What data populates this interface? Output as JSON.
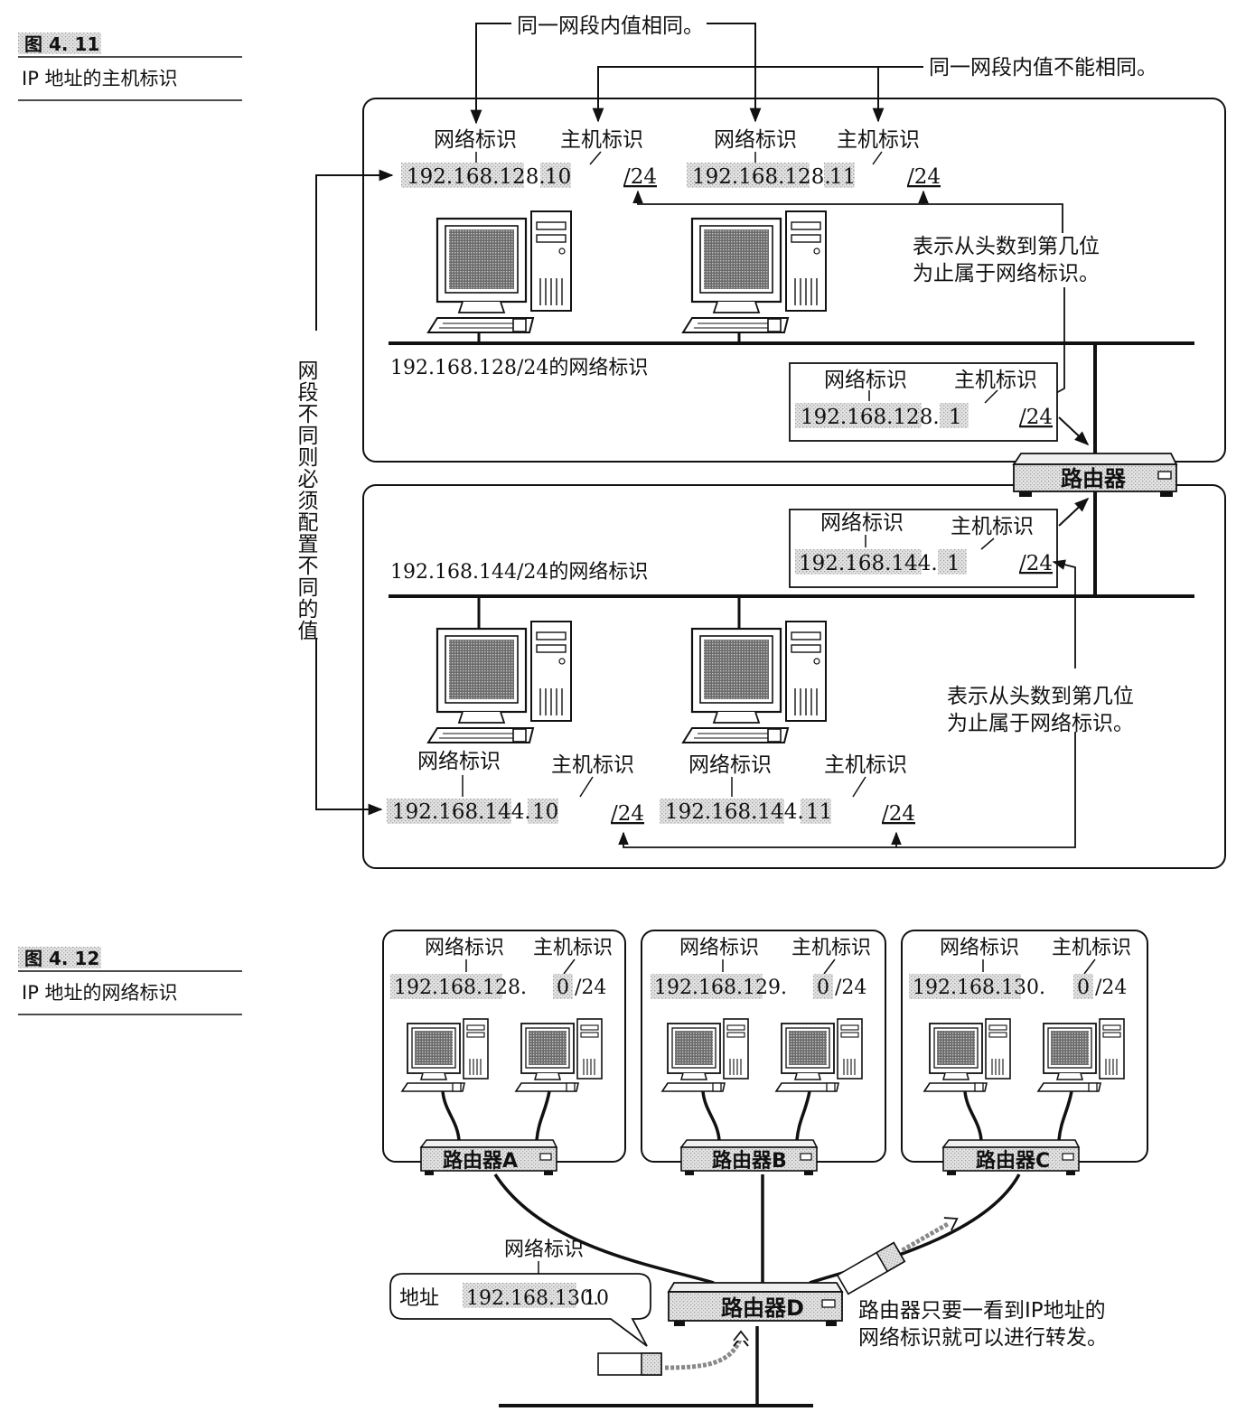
{
  "fig411": {
    "label": "图 4. 11",
    "caption": "IP 地址的主机标识",
    "note_same": "同一网段内值相同。",
    "note_diff": "同一网段内值不能相同。",
    "vertical_note": "网段不同则必须配置不同的值",
    "top_network_label": "192.168.128/24的网络标识",
    "bottom_network_label": "192.168.144/24的网络标识",
    "prefix_note_top": [
      "表示从头数到第几位",
      "为止属于网络标识。"
    ],
    "prefix_note_bottom": [
      "表示从头数到第几位",
      "为止属于网络标识。"
    ],
    "router_label": "路由器",
    "net_id_label": "网络标识",
    "host_id_label": "主机标识",
    "prefix": "/24",
    "hosts_top": [
      {
        "network": "192.168.128.",
        "host": "10"
      },
      {
        "network": "192.168.128.",
        "host": "11"
      }
    ],
    "router_top": {
      "network": "192.168.128.",
      "host": "1"
    },
    "router_bottom": {
      "network": "192.168.144.",
      "host": "1"
    },
    "hosts_bottom": [
      {
        "network": "192.168.144.",
        "host": "10"
      },
      {
        "network": "192.168.144.",
        "host": "11"
      }
    ]
  },
  "fig412": {
    "label": "图 4. 12",
    "caption": "IP 地址的网络标识",
    "net_id_label": "网络标识",
    "host_id_label": "主机标识",
    "networks": [
      {
        "network": "192.168.128.",
        "host": "0",
        "prefix": "/24",
        "router": "路由器A"
      },
      {
        "network": "192.168.129.",
        "host": "0",
        "prefix": "/24",
        "router": "路由器B"
      },
      {
        "network": "192.168.130.",
        "host": "0",
        "prefix": "/24",
        "router": "路由器C"
      }
    ],
    "router_d": "路由器D",
    "bubble_net_label": "网络标识",
    "bubble_addr_label": "地址",
    "bubble_network": "192.168.130.",
    "bubble_host": "10",
    "forward_note": [
      "路由器只要一看到IP地址的",
      "网络标识就可以进行转发。"
    ]
  }
}
